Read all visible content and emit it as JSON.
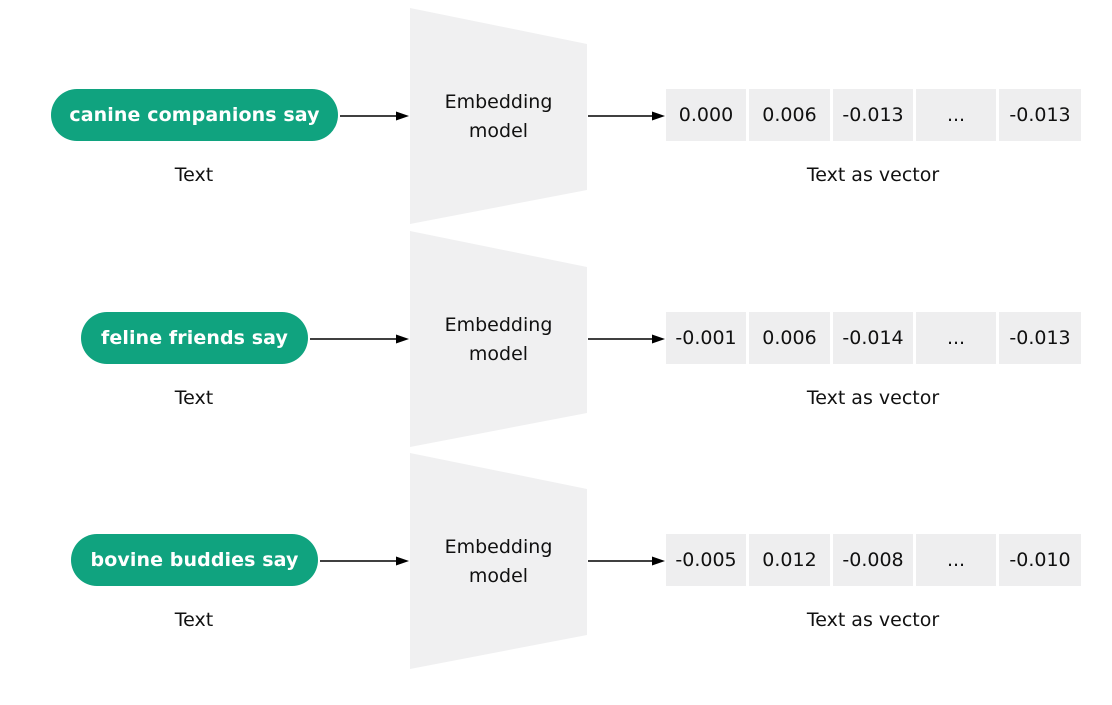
{
  "rows": [
    {
      "input_text": "canine companions say",
      "input_caption": "Text",
      "model_label_line1": "Embedding",
      "model_label_line2": "model",
      "vector_caption": "Text as vector",
      "vector": [
        "0.000",
        "0.006",
        "-0.013",
        "...",
        "-0.013"
      ]
    },
    {
      "input_text": "feline friends say",
      "input_caption": "Text",
      "model_label_line1": "Embedding",
      "model_label_line2": "model",
      "vector_caption": "Text as vector",
      "vector": [
        "-0.001",
        "0.006",
        "-0.014",
        "...",
        "-0.013"
      ]
    },
    {
      "input_text": "bovine buddies say",
      "input_caption": "Text",
      "model_label_line1": "Embedding",
      "model_label_line2": "model",
      "vector_caption": "Text as vector",
      "vector": [
        "-0.005",
        "0.012",
        "-0.008",
        "...",
        "-0.010"
      ]
    }
  ],
  "colors": {
    "pill": "#10a37f",
    "model_shape": "#f0f0f1",
    "vector_cell": "#eeeeef",
    "arrow": "#000000"
  }
}
